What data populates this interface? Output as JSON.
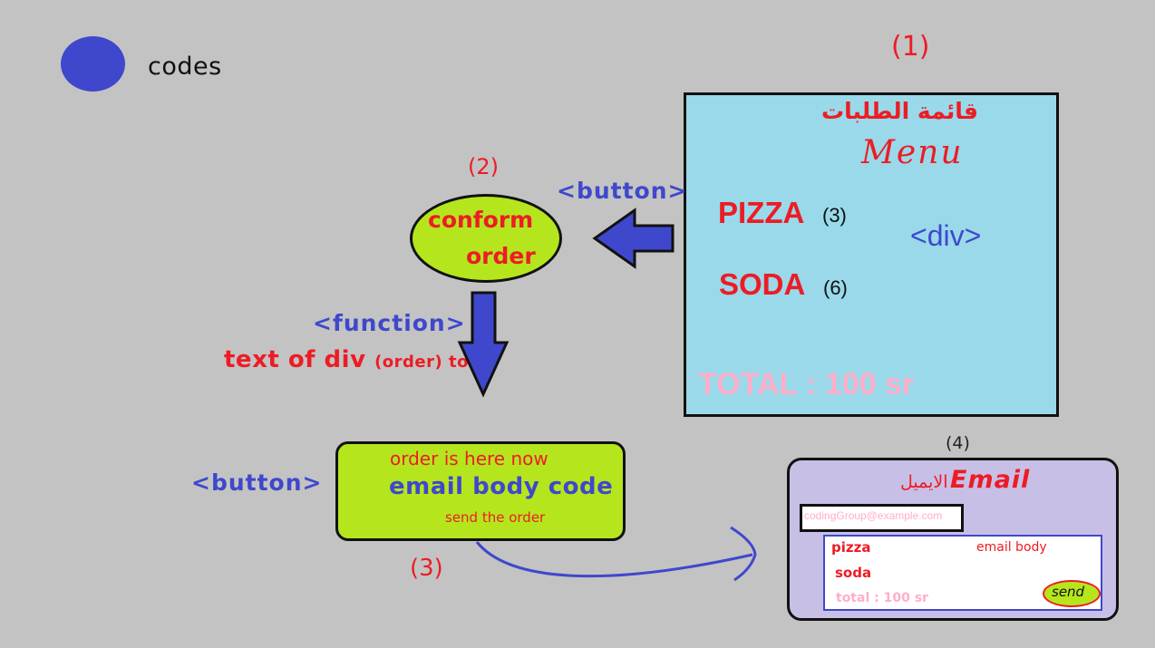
{
  "legend": {
    "label": "codes",
    "color": "#3f48cc"
  },
  "steps": {
    "s1": "(1)",
    "s2": "(2)",
    "s3": "(3)",
    "s4": "(4)"
  },
  "menu": {
    "title_ar": "قائمة الطلبات",
    "title_en": "Menu",
    "items": [
      {
        "name": "PIZZA",
        "qty": "(3)"
      },
      {
        "name": "SODA",
        "qty": "(6)"
      }
    ],
    "div_tag": "<div>",
    "total": "TOTAL : 100 sr",
    "bg_color": "#99d9ea"
  },
  "tags": {
    "button_1": "<button>",
    "function": "<function>",
    "button_2": "<button>"
  },
  "confirm": {
    "line1": "conform",
    "line2": "order",
    "color": "#b5e61d"
  },
  "text_of_div": {
    "main": "text of div",
    "small": "(order) to"
  },
  "code_box": {
    "line1": "order is here now",
    "line2": "email body code",
    "line3": "send the order"
  },
  "email": {
    "title_en": "Email",
    "title_ar": "الايميل",
    "address": "codingGroup@example.com",
    "body": {
      "pizza": "pizza",
      "soda": "soda",
      "total": "total : 100 sr",
      "label": "email body"
    },
    "send": "send"
  }
}
